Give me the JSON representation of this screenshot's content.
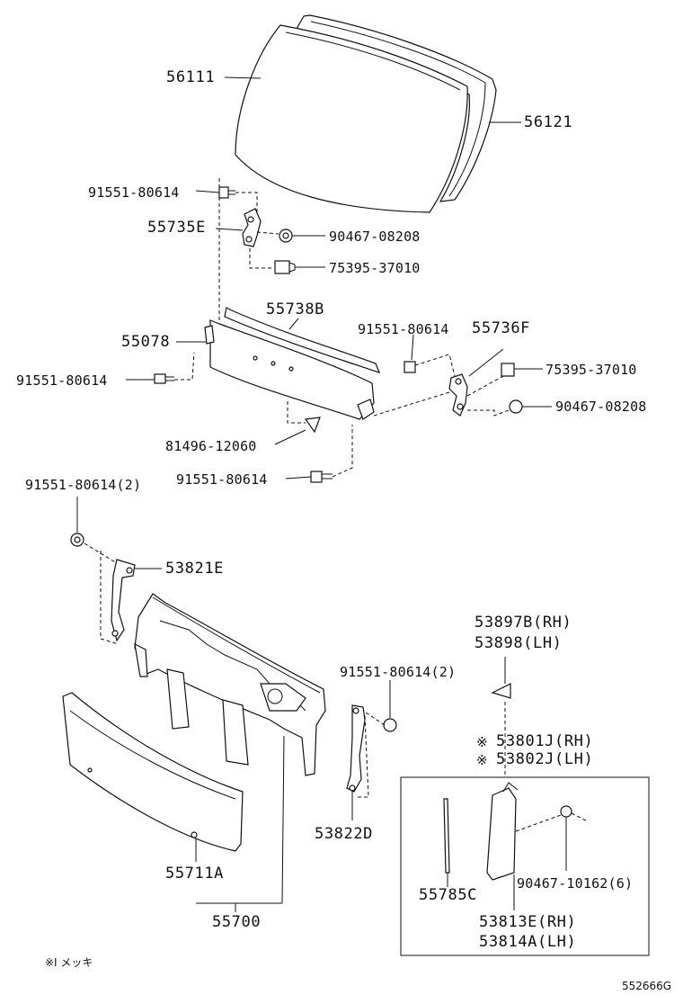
{
  "diagram": {
    "callouts": {
      "windshield_glass": "56111",
      "windshield_molding": "56121",
      "bolt_top": "91551-80614",
      "bracket_left": "55735E",
      "clip_upper_left": "90467-08208",
      "retainer_upper_left": "75395-37010",
      "seal_strip": "55738B",
      "cowl_panel": "55078",
      "bolt_left": "91551-80614",
      "bolt_right_upper": "91551-80614",
      "bracket_right": "55736F",
      "retainer_right": "75395-37010",
      "clip_right": "90467-08208",
      "clip_lower": "81496-12060",
      "bolt_lower": "91551-80614",
      "bolt_pair_left": "91551-80614(2)",
      "bracket_cowl_left": "53821E",
      "bolt_pair_right": "91551-80614(2)",
      "bracket_cowl_right": "53822D",
      "louver_rh": "53897B(RH)",
      "louver_lh": "53898(LH)",
      "molding_rh": "53801J(RH)",
      "molding_lh": "53802J(LH)",
      "molding_mark_1": "※",
      "molding_mark_2": "※",
      "seal_small": "55785C",
      "clip_small": "90467-10162(6)",
      "garnish_rh": "53813E(RH)",
      "garnish_lh": "53814A(LH)",
      "lower_panel": "55711A",
      "assembly": "55700"
    },
    "footnote": "※I メッキ",
    "diagram_code": "552666G"
  }
}
